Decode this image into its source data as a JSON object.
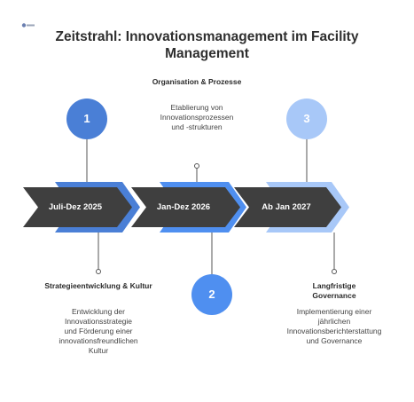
{
  "title": "Zeitstrahl: Innovationsmanagement im Facility Management",
  "colors": {
    "dark_arrow": "#3f3f3f",
    "blue_1": "#4a7fd6",
    "blue_2": "#4f8ff0",
    "blue_3": "#a8c8f8",
    "connector": "#555555"
  },
  "phases": [
    {
      "number": "1",
      "period": "Juli-Dez 2025",
      "heading": "Strategieentwicklung & Kultur",
      "description": [
        "Entwicklung der",
        "Innovationsstrategie",
        "und Förderung einer",
        "innovationsfreundlichen",
        "Kultur"
      ],
      "color": "#4a7fd6"
    },
    {
      "number": "2",
      "period": "Jan-Dez 2026",
      "heading": "Organisation & Prozesse",
      "description": [
        "Etablierung von",
        "Innovationsprozessen",
        "und -strukturen"
      ],
      "color": "#4f8ff0"
    },
    {
      "number": "3",
      "period": "Ab Jan 2027",
      "heading": "Langfristige Governance",
      "description": [
        "Implementierung einer",
        "jährlichen",
        "Innovationsberichterstattung",
        "und Governance"
      ],
      "color": "#a8c8f8"
    }
  ]
}
